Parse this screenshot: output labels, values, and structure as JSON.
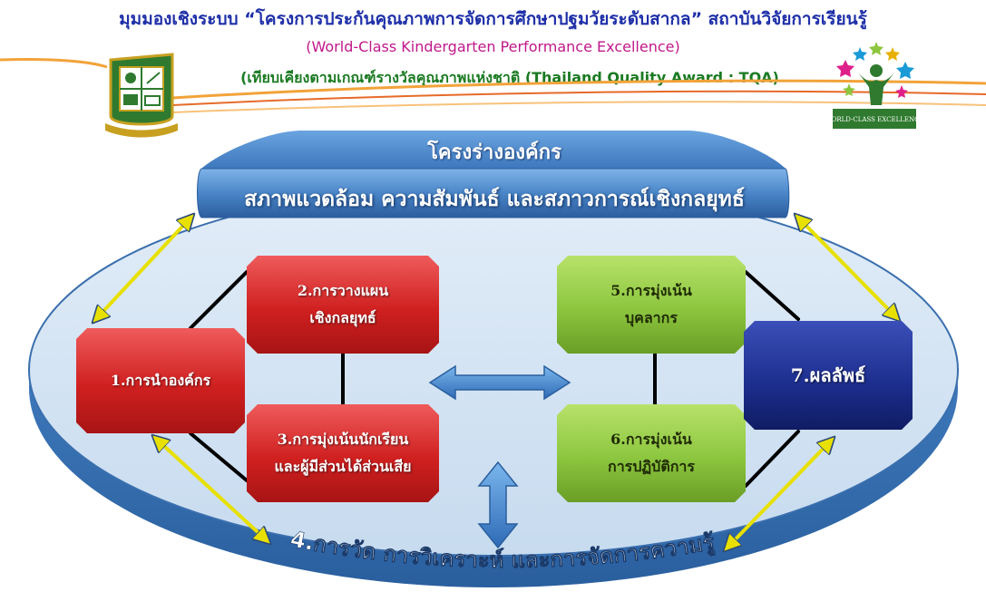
{
  "header": {
    "title": "มุมมองเชิงระบบ “โครงการประกันคุณภาพการจัดการศึกษาปฐมวัยระดับสากล” สถาบันวิจัยการเรียนรู้",
    "subtitle_en": "(World-Class Kindergarten Performance Excellence)",
    "subtitle_tqa": "(เทียบเคียงตามเกณฑ์รางวัลคุณภาพแห่งชาติ (Thailand Quality Award : TQA)",
    "badge_text": "WORLD-CLASS EXCELLENCE"
  },
  "diagram": {
    "org_profile": "โครงร่างองค์กร",
    "environment": "สภาพแวดล้อม ความสัมพันธ์ และสภาวการณ์เชิงกลยุทธ์",
    "measurement": "4.การวัด การวิเคราะห์ และการจัดการความรู้",
    "boxes": {
      "leadership": "1.การนำองค์กร",
      "strategy_l1": "2.การวางแผน",
      "strategy_l2": "เชิงกลยุทธ์",
      "students_l1": "3.การมุ่งเน้นนักเรียน",
      "students_l2": "และผู้มีส่วนได้ส่วนเสีย",
      "workforce_l1": "5.การมุ่งเน้น",
      "workforce_l2": "บุคลากร",
      "operations_l1": "6.การมุ่งเน้น",
      "operations_l2": "การปฏิบัติการ",
      "results": "7.ผลลัพธ์"
    }
  },
  "colors": {
    "title": "#1e2fa8",
    "subtitle_en": "#c0188a",
    "subtitle_tqa": "#1a7a22",
    "red_box": "#d02020",
    "green_box": "#8cc63f",
    "blue_box": "#1c2d8c",
    "platform": "#3f7fc4"
  }
}
